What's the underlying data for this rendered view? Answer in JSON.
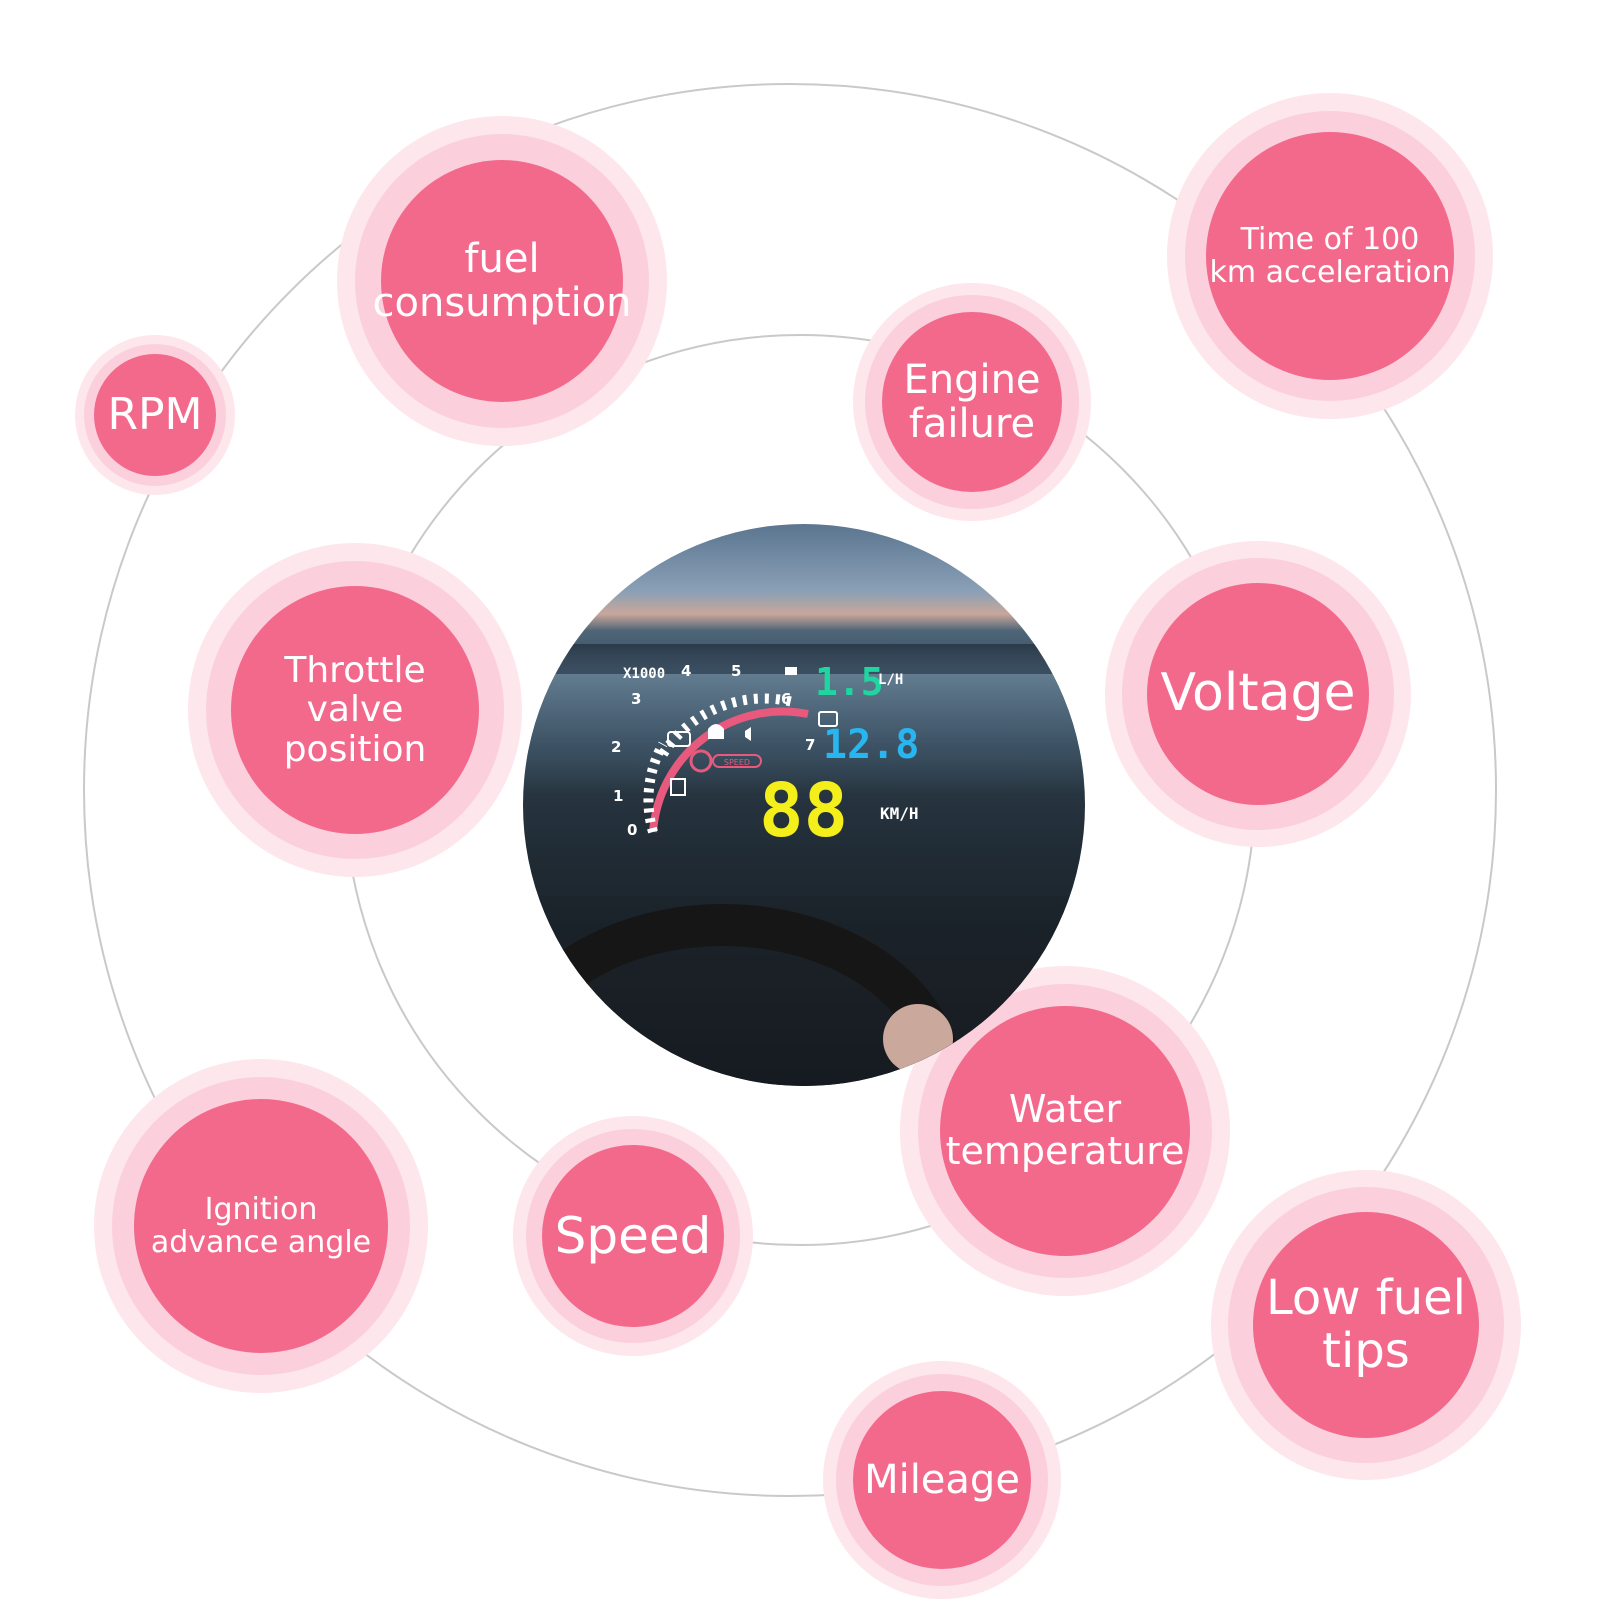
{
  "colors": {
    "bubble": "#f3698c",
    "halo_inner": "#fbd0dc",
    "halo_outer": "#fde6ec",
    "orbit": "#c9c9c9"
  },
  "features": [
    {
      "id": "rpm",
      "label": "RPM"
    },
    {
      "id": "fuel",
      "label": "fuel\nconsumption"
    },
    {
      "id": "accel",
      "label": "Time of 100\nkm acceleration"
    },
    {
      "id": "engine",
      "label": "Engine\nfailure"
    },
    {
      "id": "throttle",
      "label": "Throttle\nvalve position"
    },
    {
      "id": "voltage",
      "label": "Voltage"
    },
    {
      "id": "water",
      "label": "Water\ntemperature"
    },
    {
      "id": "ignition",
      "label": "Ignition\nadvance angle"
    },
    {
      "id": "speed",
      "label": "Speed"
    },
    {
      "id": "lowfuel",
      "label": "Low fuel\ntips"
    },
    {
      "id": "mileage",
      "label": "Mileage"
    }
  ],
  "hud": {
    "rpm_multiplier": "X1000",
    "rpm_ticks": [
      "0",
      "1",
      "2",
      "3",
      "4",
      "5",
      "6",
      "7"
    ],
    "fuel_value": "1.5",
    "fuel_unit": "L/H",
    "voltage_value": "12.8",
    "speed_value": "88",
    "speed_unit": "KM/H",
    "speed_warning": "SPEED",
    "colors": {
      "fuel": "#1fd5a0",
      "voltage": "#27b6f0",
      "speed": "#f4ee1a",
      "gauge": "#e8597e"
    }
  }
}
